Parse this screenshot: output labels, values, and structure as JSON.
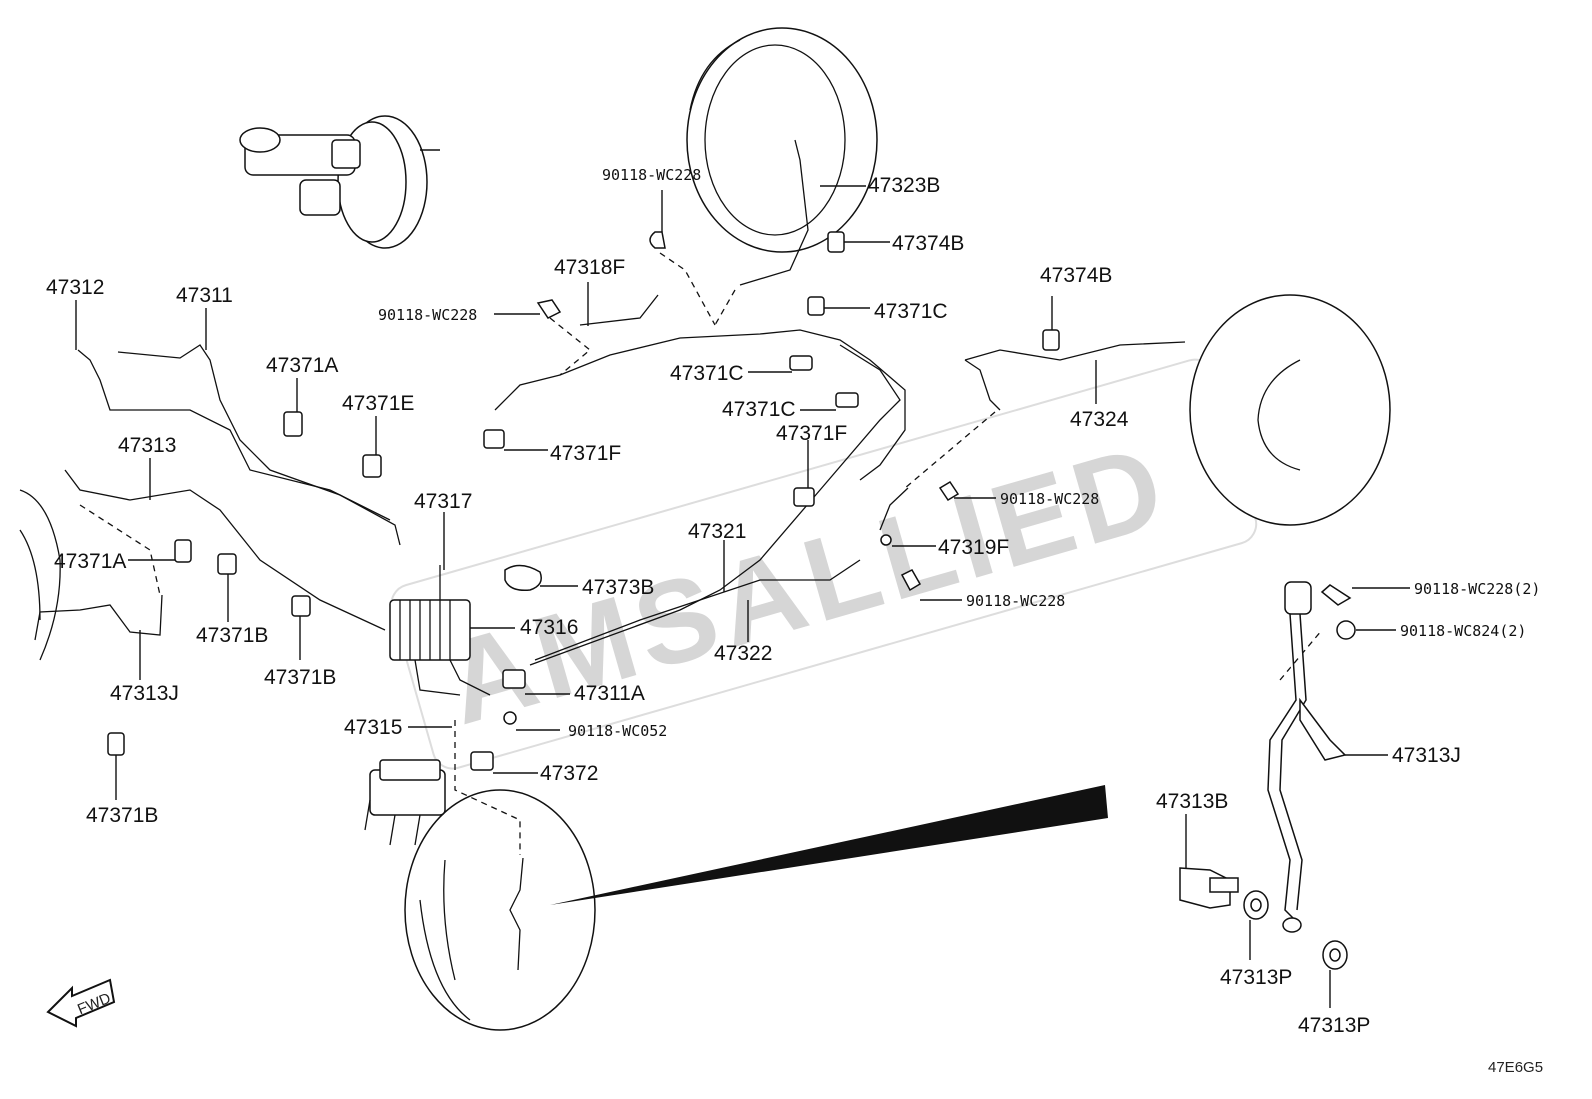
{
  "labels": {
    "p47312": "47312",
    "p47311": "47311",
    "p47371A_top": "47371A",
    "p47371E": "47371E",
    "p47313": "47313",
    "p47371A_left": "47371A",
    "p47371B_a": "47371B",
    "p47371B_b": "47371B",
    "p47371B_c": "47371B",
    "p47313J_left": "47313J",
    "p47317": "47317",
    "p47316": "47316",
    "p47315": "47315",
    "p47311A": "47311A",
    "p47372": "47372",
    "c90118_wc052": "90118-WC052",
    "p47373B": "47373B",
    "p47321": "47321",
    "p47322": "47322",
    "p47318F": "47318F",
    "c90118_wc228_a": "90118-WC228",
    "c90118_wc228_b": "90118-WC228",
    "p47371C_a": "47371C",
    "p47371C_b": "47371C",
    "p47371C_c": "47371C",
    "p47371F_a": "47371F",
    "p47371F_b": "47371F",
    "p47323B": "47323B",
    "p47374B_a": "47374B",
    "p47374B_b": "47374B",
    "p47324": "47324",
    "c90118_wc228_c": "90118-WC228",
    "p47319F": "47319F",
    "c90118_wc228_d": "90118-WC228",
    "c90118_wc228_2": "90118-WC228(2)",
    "c90118_wc824_2": "90118-WC824(2)",
    "p47313J_right": "47313J",
    "p47313B": "47313B",
    "p47313P_a": "47313P",
    "p47313P_b": "47313P",
    "fwd": "FWD"
  },
  "watermark": "AMSALLIED",
  "diagram_code": "47E6G5"
}
